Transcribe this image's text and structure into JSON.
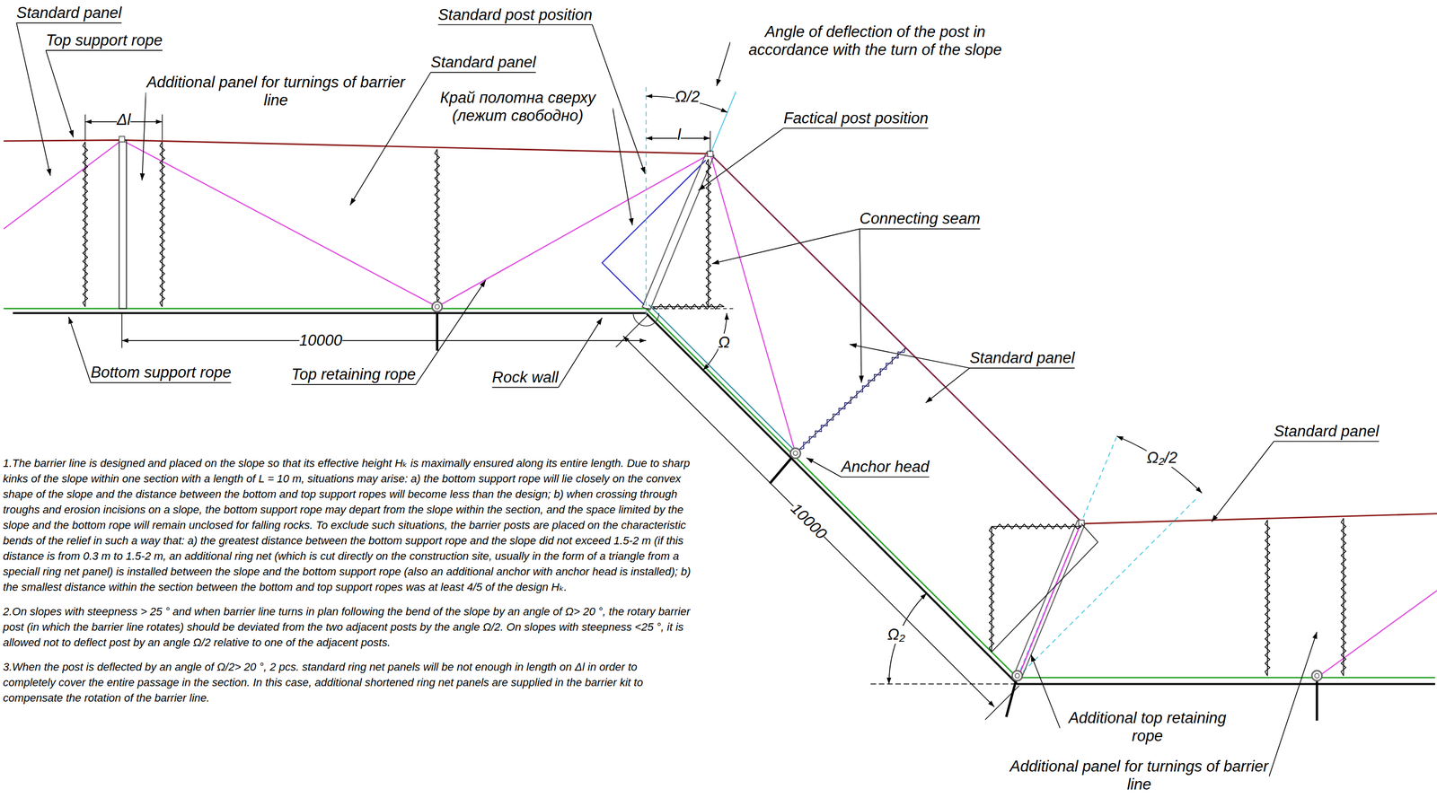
{
  "diagram": {
    "labels": [
      "Standard panel",
      "Top support rope",
      "Additional panel for turnings of barrier line",
      "Δl",
      "Standard panel",
      "Standard post position",
      "Край полотна сверху (лежит свободно)",
      "Angle of deflection of the post in accordance with the turn of the slope",
      "Ω/2",
      "l",
      "Factical post position",
      "Connecting seam",
      "10000",
      "Ω",
      "Standard panel",
      "Bottom support rope",
      "Top retaining rope",
      "Rock wall",
      "Anchor head",
      "10000",
      "Standard panel",
      "Ω₂/2",
      "Ω₂",
      "Additional top retaining rope",
      "Additional panel for turnings of barrier line",
      "1.The barrier line is designed and placed on the slope so that its effective height Hₖ is maximally ensured along its entire length. Due to sharp kinks of the slope within one section with a length of L = 10 m, situations may arise: a) the bottom support rope will lie closely on the convex shape of the slope and the distance between the bottom and top support ropes will become less than the design; b) when crossing through troughs and erosion incisions on a slope, the bottom support rope may depart from the slope within the section, and the space limited by the slope and the bottom rope will remain unclosed for falling rocks. To exclude such situations, the barrier posts are placed on the characteristic bends of the relief in such a way that: a) the greatest distance between the bottom support rope and the slope did not exceed 1.5-2 m (if this distance is from 0.3 m to 1.5-2 m, an additional ring net (which is cut directly on the construction site, usually in the form of a triangle from a speciall ring net panel) is installed between the slope and the bottom support rope (also an additional anchor with anchor head is installed); b) the smallest distance within the section between the bottom and top support ropes was at least 4/5 of the design Hₖ.",
      "2.On slopes with steepness > 25 ° and when barrier line turns in plan following the bend of the slope by an angle of Ω> 20 °, the rotary barrier post (in which the barrier line rotates) should be deviated from the two adjacent posts by the angle Ω/2. On slopes with steepness <25 °, it is allowed not to deflect post by an angle Ω/2 relative to one of the adjacent posts.",
      "3.When the post is deflected by an angle of Ω/2> 20 °, 2 pcs. standard ring net panels will be not enough in length on Δl in order to completely cover the entire passage in the section. In this case, additional shortened ring net panels are supplied in the barrier kit to compensate the rotation of the barrier line."
    ]
  }
}
